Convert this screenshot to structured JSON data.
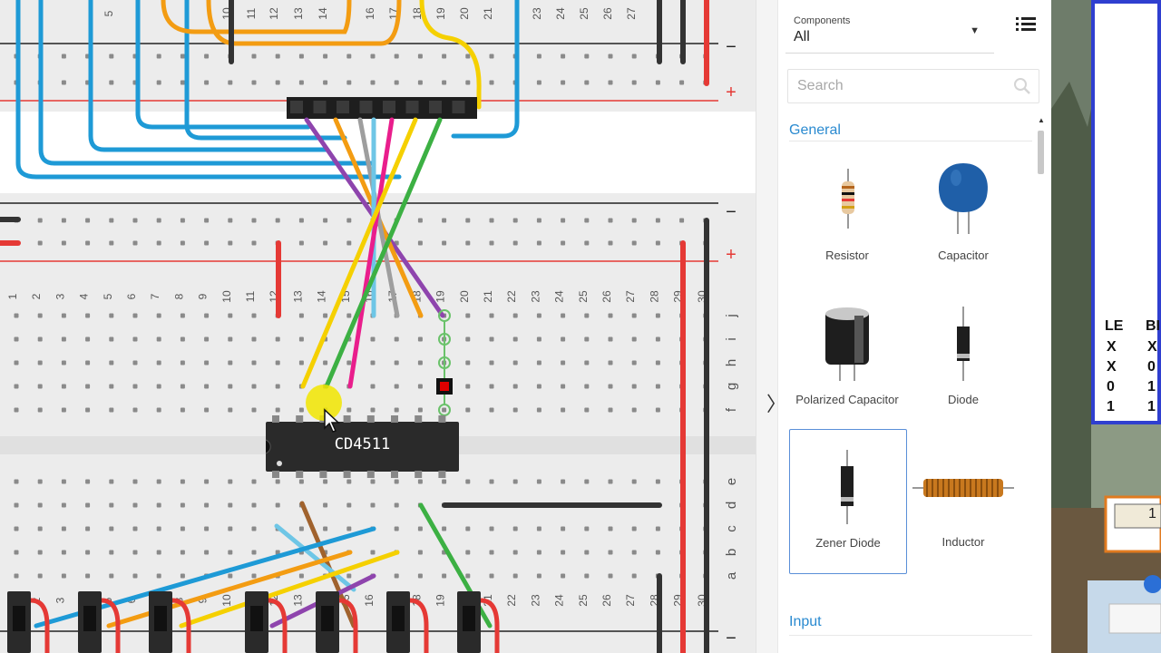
{
  "breadboard": {
    "top_columns": [
      "5",
      "10",
      "11",
      "12",
      "13",
      "14",
      "16",
      "17",
      "18",
      "19",
      "20",
      "21",
      "23",
      "24",
      "25",
      "26",
      "27"
    ],
    "columns": [
      "1",
      "2",
      "3",
      "4",
      "5",
      "6",
      "7",
      "8",
      "9",
      "10",
      "11",
      "12",
      "13",
      "14",
      "15",
      "16",
      "17",
      "18",
      "19",
      "20",
      "21",
      "22",
      "23",
      "24",
      "25",
      "26",
      "27",
      "28",
      "29",
      "30"
    ],
    "row_letters_upper": [
      "j",
      "i",
      "h",
      "g",
      "f"
    ],
    "row_letters_lower": [
      "e",
      "d",
      "c",
      "b",
      "a"
    ],
    "rail_minus": "−",
    "rail_plus": "+",
    "chip_label": "CD4511"
  },
  "panel": {
    "dropdown": {
      "label": "Components",
      "value": "All"
    },
    "search_placeholder": "Search",
    "sections": {
      "general": "General",
      "input": "Input"
    },
    "components": [
      {
        "name": "Resistor"
      },
      {
        "name": "Capacitor"
      },
      {
        "name": "Polarized Capacitor"
      },
      {
        "name": "Diode"
      },
      {
        "name": "Zener Diode",
        "selected": true
      },
      {
        "name": "Inductor"
      }
    ],
    "collapse_glyph": "〉"
  },
  "truth_table": {
    "headers": [
      "LE",
      "BI"
    ],
    "rows": [
      [
        "X",
        "X"
      ],
      [
        "X",
        "0"
      ],
      [
        "0",
        "1"
      ],
      [
        "1",
        "1"
      ]
    ],
    "partial_value": "1"
  },
  "colors": {
    "accent": "#2a8ad0",
    "rail_red": "#e53935",
    "wire_blue": "#1e9ad6",
    "wire_orange": "#f39c12",
    "wire_yellow": "#f5d000",
    "wire_purple": "#8e44ad",
    "wire_magenta": "#e91e8c",
    "wire_green": "#3cb043",
    "wire_gray": "#9e9e9e",
    "wire_brown": "#a0622d",
    "wire_lightblue": "#6ec6e6",
    "table_border": "#2f3fd0"
  }
}
